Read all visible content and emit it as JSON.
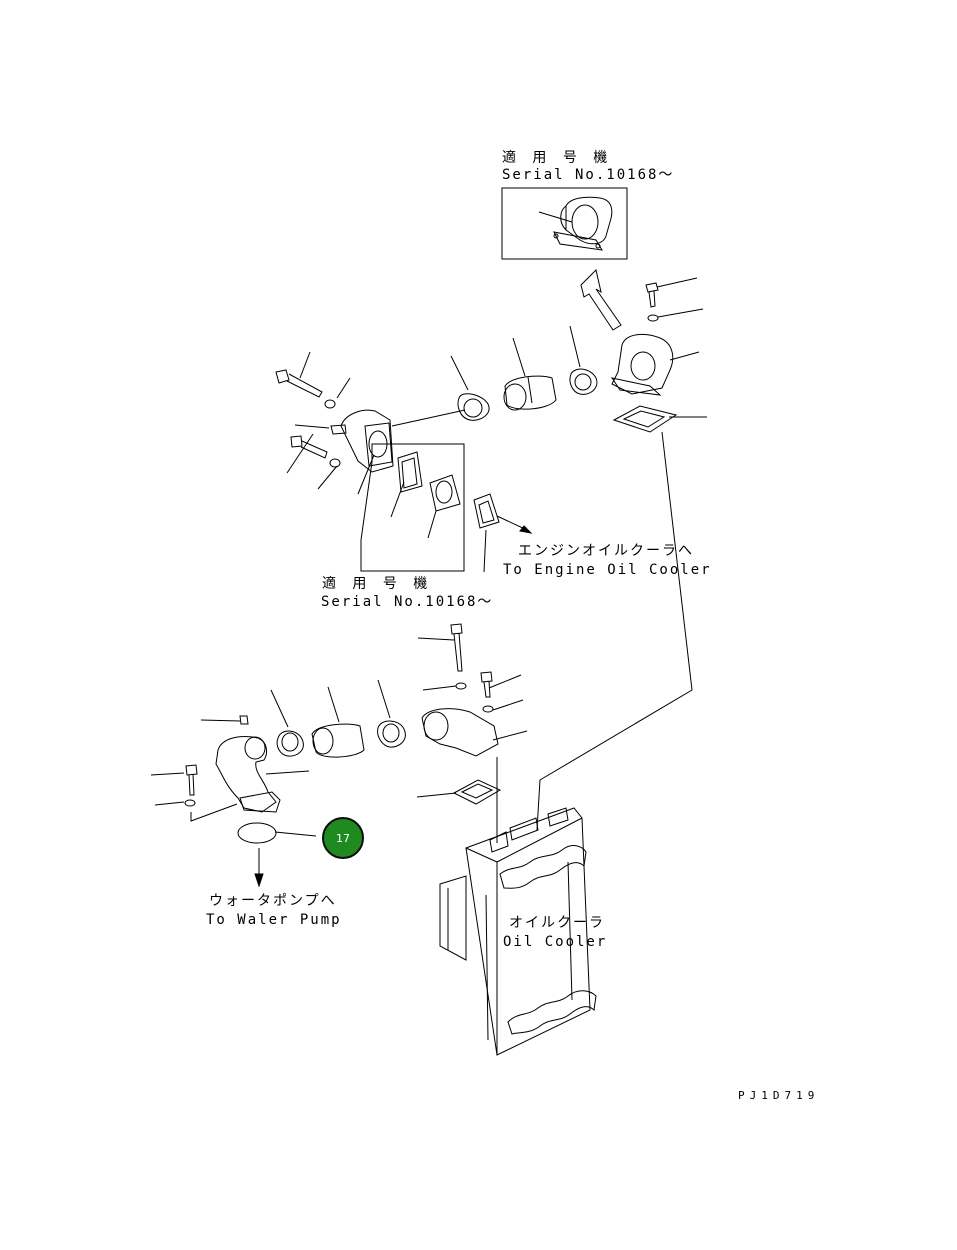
{
  "callouts": {
    "top_serial_jp": "適 用 号 機",
    "top_serial_en": "Serial No.10168～",
    "mid_serial_jp": "適 用 号 機",
    "mid_serial_en": "Serial No.10168～",
    "engine_oil_cooler_jp": "エンジンオイルクーラへ",
    "engine_oil_cooler_en": "To Engine Oil Cooler",
    "water_pump_jp": "ウォータポンプへ",
    "water_pump_en": "To Waler Pump",
    "oil_cooler_jp": "オイルクーラ",
    "oil_cooler_en": "Oil Cooler"
  },
  "part_badge": {
    "number": "17",
    "color": "#1f8a1f"
  },
  "drawing_code": "PJ1D719"
}
